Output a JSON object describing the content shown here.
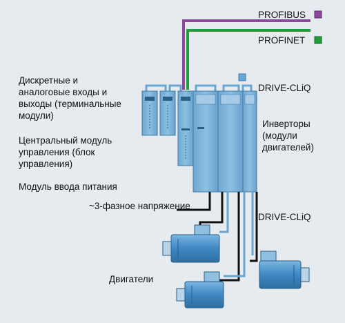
{
  "bus_labels": {
    "profibus": "PROFIBUS",
    "profinet": "PROFINET",
    "drivecliq_top": "DRIVE-CLiQ",
    "drivecliq_right": "DRIVE-CLiQ"
  },
  "left_labels": {
    "io_modules": [
      "Дискретные и",
      "аналоговые входы и",
      "выходы (терминальные",
      "модули)"
    ],
    "control_unit": [
      "Центральный модуль",
      "управления (блок",
      "управления)"
    ],
    "line_module": "Модуль ввода питания"
  },
  "right_labels": {
    "inverters": [
      "Инверторы",
      "(модули",
      "двигателей)"
    ]
  },
  "bottom_labels": {
    "three_phase": "~3-фазное напряжение",
    "motors": "Двигатели"
  },
  "colors": {
    "background": "#e6ebef",
    "profibus": "#8b4a9c",
    "profinet": "#1e9d3a",
    "module_fill": "#7fb4d6",
    "module_stroke": "#3f79a6",
    "drivecliq_cable": "#6aa6d2",
    "power_cable": "#111111",
    "motor_fill": "#4a90c8"
  }
}
